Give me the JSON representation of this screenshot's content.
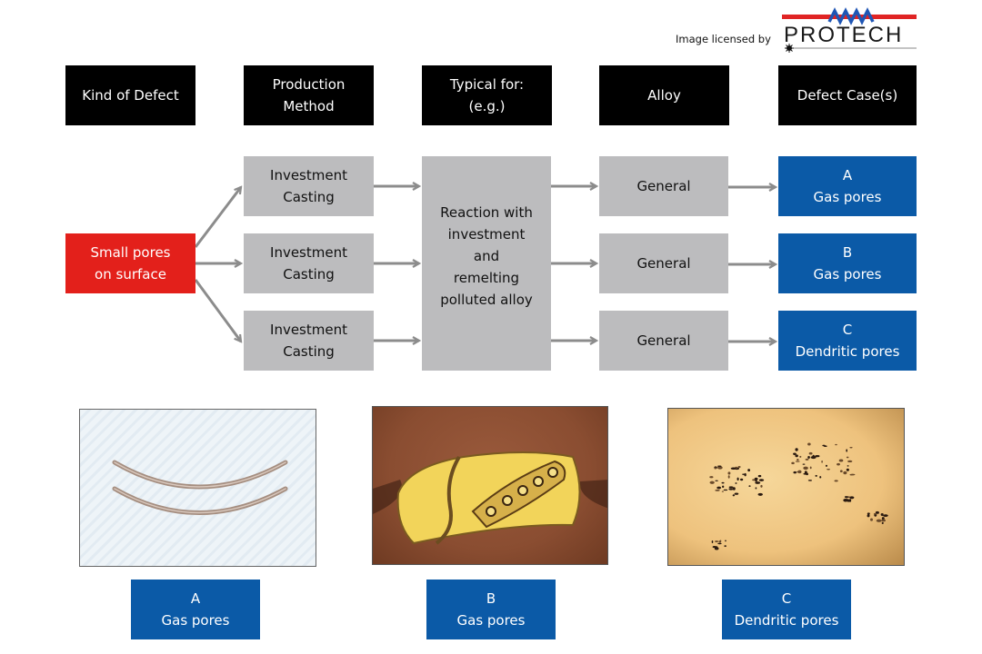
{
  "license": {
    "text": "Image licensed by",
    "brand": "PROTECH"
  },
  "headers": {
    "kind_of_defect": "Kind of Defect",
    "production_method": "Production\nMethod",
    "typical_for": "Typical for:\n(e.g.)",
    "alloy": "Alloy",
    "defect_cases": "Defect Case(s)"
  },
  "defect": {
    "label": "Small pores\non surface"
  },
  "production_methods": [
    {
      "label": "Investment\nCasting"
    },
    {
      "label": "Investment\nCasting"
    },
    {
      "label": "Investment\nCasting"
    }
  ],
  "typical_for": {
    "label": "Reaction with\ninvestment\nand\nremelting\npolluted alloy"
  },
  "alloys": [
    {
      "label": "General"
    },
    {
      "label": "General"
    },
    {
      "label": "General"
    }
  ],
  "cases": [
    {
      "letter": "A",
      "name": "Gas pores"
    },
    {
      "letter": "B",
      "name": "Gas pores"
    },
    {
      "letter": "C",
      "name": "Dendritic pores"
    }
  ],
  "photos": [
    {
      "caption_letter": "A",
      "caption_name": "Gas pores",
      "subject": "two curved metal wires with gas pores"
    },
    {
      "caption_letter": "B",
      "caption_name": "Gas pores",
      "subject": "gold ring with gas pores"
    },
    {
      "caption_letter": "C",
      "caption_name": "Dendritic pores",
      "subject": "metal surface with dendritic pores"
    }
  ],
  "colors": {
    "header_bg": "#000000",
    "defect_red": "#e3201b",
    "process_gray": "#bcbcbe",
    "case_blue": "#0b5aa7",
    "arrow_gray": "#8c8c8c",
    "logo_red": "#e02424",
    "logo_blue": "#1f56b5"
  }
}
